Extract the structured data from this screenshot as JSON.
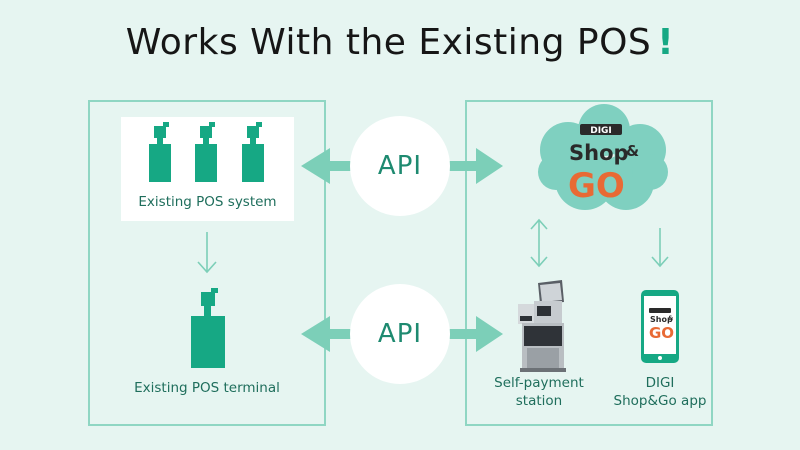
{
  "title": "Works With the Existing POS",
  "title_exclamation": "!",
  "api_label_top": "API",
  "api_label_bottom": "API",
  "left_panel": {
    "pos_system_label": "Existing POS system",
    "pos_terminal_label": "Existing POS terminal"
  },
  "right_panel": {
    "cloud_badge": "DIGI",
    "cloud_brand_line1": "Shop",
    "cloud_brand_amp": "&",
    "cloud_brand_line2": "GO",
    "self_payment_label": "Self-payment\nstation",
    "app_label": "DIGI\nShop&Go app"
  },
  "colors": {
    "background": "#e6f5f1",
    "accent": "#16a884",
    "arrow": "#7ccfb8",
    "panel_border": "#8fd6c3",
    "cloud": "#7fd0c0",
    "go_orange": "#e86a35"
  }
}
